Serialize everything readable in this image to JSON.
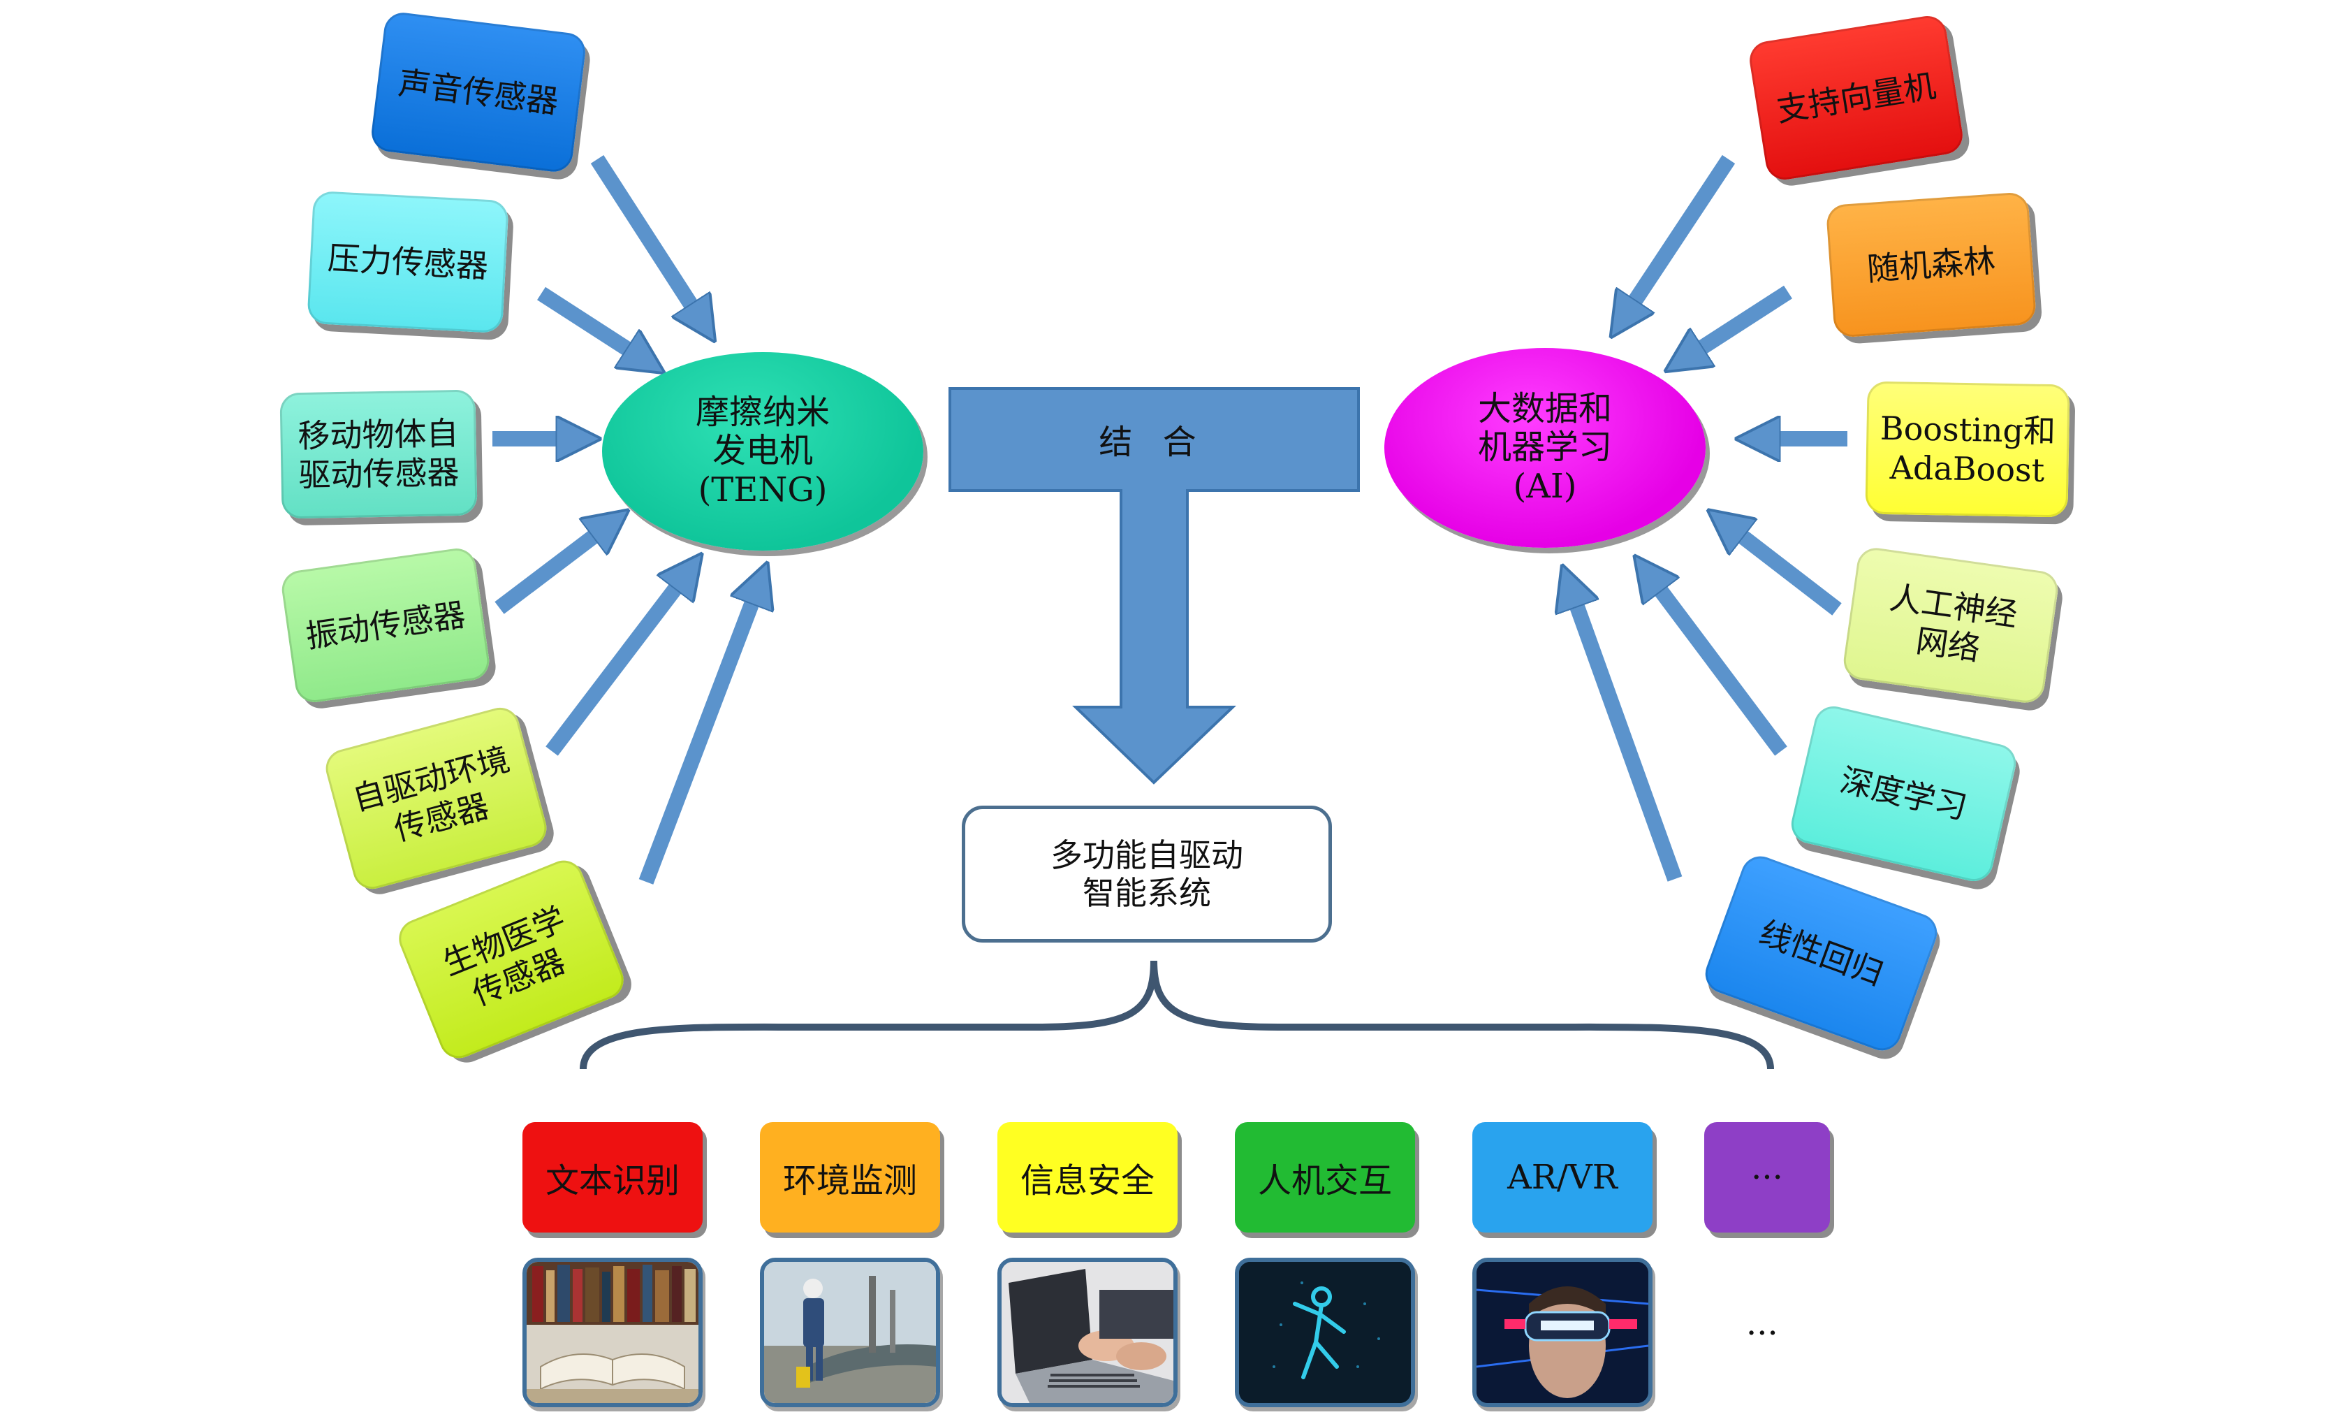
{
  "center": {
    "teng_label": "摩擦纳米\n发电机\n(TENG)",
    "ai_label": "大数据和\n机器学习\n(AI)",
    "combine_label": "结 合",
    "system_label": "多功能自驱动\n智能系统"
  },
  "sensors": [
    {
      "label": "声音传感器",
      "color": "#1a7fe8"
    },
    {
      "label": "压力传感器",
      "color": "#6ff0f6"
    },
    {
      "label": "移动物体自\n驱动传感器",
      "color": "#7ee8d2"
    },
    {
      "label": "振动传感器",
      "color": "#a6f29a"
    },
    {
      "label": "自驱动环境\n传感器",
      "color": "#d6f55e"
    },
    {
      "label": "生物医学\n传感器",
      "color": "#cdf032"
    }
  ],
  "algorithms": [
    {
      "label": "支持向量机",
      "color": "#f01818"
    },
    {
      "label": "随机森林",
      "color": "#f99f2c"
    },
    {
      "label": "Boosting和\nAdaBoost",
      "color": "#ffff55"
    },
    {
      "label": "人工神经\n网络",
      "color": "#e6f8a0"
    },
    {
      "label": "深度学习",
      "color": "#74f2e2"
    },
    {
      "label": "线性回归",
      "color": "#2a93f6"
    }
  ],
  "applications": [
    {
      "label": "文本识别",
      "color": "#ee1111"
    },
    {
      "label": "环境监测",
      "color": "#ffb020"
    },
    {
      "label": "信息安全",
      "color": "#ffff22"
    },
    {
      "label": "人机交互",
      "color": "#22bb33"
    },
    {
      "label": "AR/VR",
      "color": "#29a3ee"
    },
    {
      "label": "···",
      "color": "#8e3fc6"
    }
  ],
  "photos_ellipsis": "···",
  "colors": {
    "arrow": "#5b93cc",
    "arrow_stroke": "#3c74ad",
    "brace": "#3f5670",
    "teng": "#14cc9e",
    "ai": "#ee00ee"
  }
}
